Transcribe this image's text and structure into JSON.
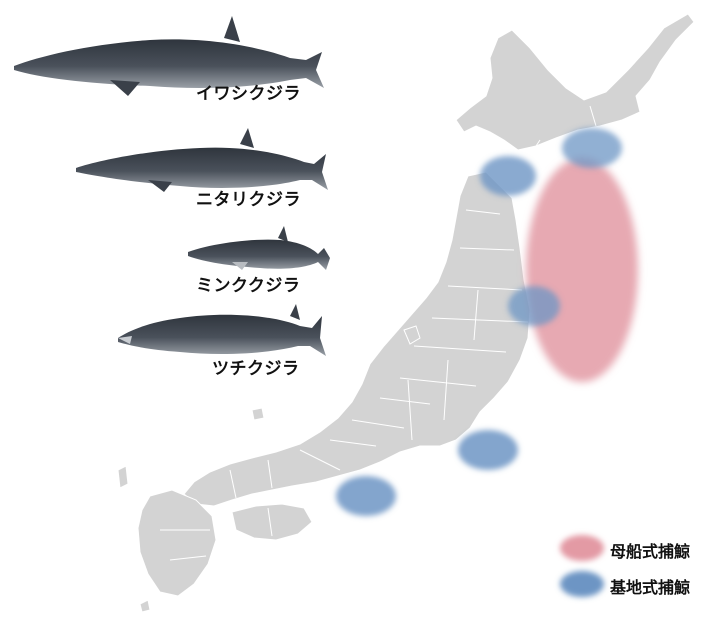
{
  "whales": [
    {
      "name": "イワシクジラ"
    },
    {
      "name": "ニタリクジラ"
    },
    {
      "name": "ミンククジラ"
    },
    {
      "name": "ツチクジラ"
    }
  ],
  "legend": {
    "factory_ship": {
      "label": "母船式捕鯨",
      "color": "#e39aa4"
    },
    "coastal": {
      "label": "基地式捕鯨",
      "color": "#6d95c4"
    }
  },
  "colors": {
    "land": "#d3d3d3",
    "whale_body": "#3f4650",
    "whale_belly": "#8d939b"
  }
}
